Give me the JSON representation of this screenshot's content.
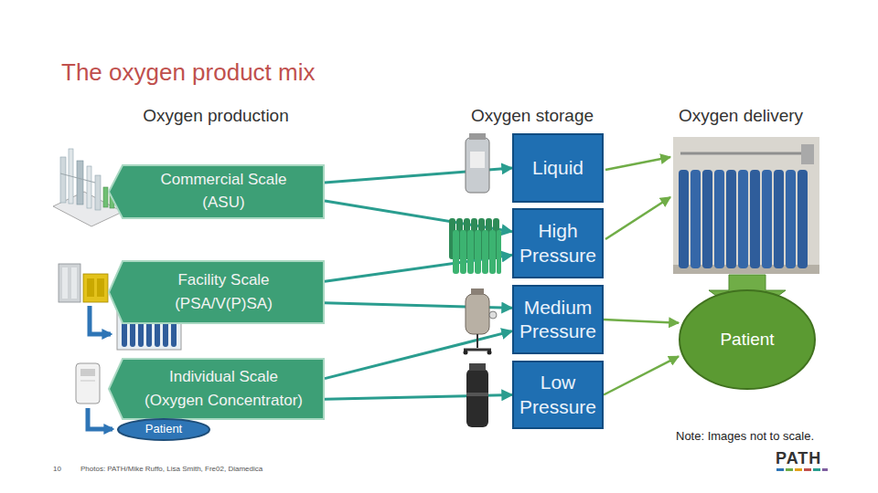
{
  "diagram": {
    "title": "The oxygen product mix",
    "nodes": [
      {
        "text": [
          "Commercial Scale (ASU)"
        ]
      },
      {
        "text": [
          "Facility Scale (PSA/V(P)SA)"
        ]
      },
      {
        "text": [
          "Individual Scale (Oxygen Concentrator)"
        ]
      },
      {
        "text": [
          "Patient"
        ]
      },
      {
        "text": [
          "Liquid"
        ]
      },
      {
        "text": [
          "High Pressure"
        ]
      },
      {
        "text": [
          "Medium Pressure"
        ]
      },
      {
        "text": [
          "Low Pressure"
        ]
      },
      {
        "text": [
          "Patient"
        ]
      }
    ],
    "edges": [
      {
        "from": 0,
        "to": 4,
        "arrow": "to"
      },
      {
        "from": 0,
        "to": 5,
        "arrow": "to"
      },
      {
        "from": 1,
        "to": 5,
        "arrow": "to"
      },
      {
        "from": 1,
        "to": 6,
        "arrow": "to"
      },
      {
        "from": 2,
        "to": 6,
        "arrow": "to"
      },
      {
        "from": 2,
        "to": 7,
        "arrow": "to"
      },
      {
        "from": 6,
        "to": 8,
        "arrow": "to"
      },
      {
        "from": 7,
        "to": 8,
        "arrow": "to"
      }
    ],
    "labels": [
      "Oxygen production",
      "Oxygen storage",
      "Oxygen delivery",
      "Note: Images not to scale.",
      "10",
      "Photos: PATH/Mike Ruffo, Lisa Smith, Fre02, Diamedica",
      "PATH"
    ]
  }
}
